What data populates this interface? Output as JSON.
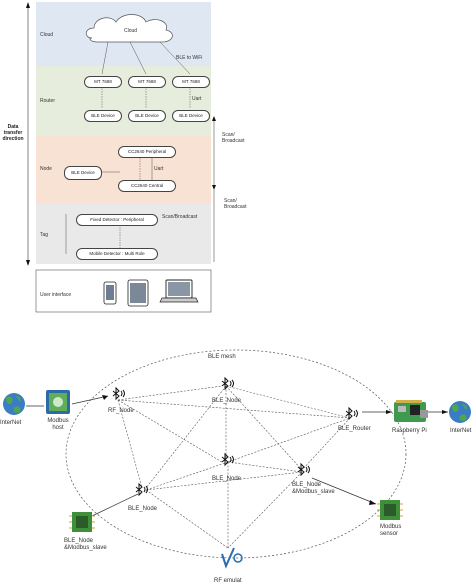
{
  "top": {
    "side_title": [
      "Data",
      "transfer",
      "direction"
    ],
    "layers": {
      "cloud": "Cloud",
      "router": "Router",
      "node": "Node",
      "tag": "Tag"
    },
    "cloud_label": "Cloud",
    "ble_to_wifi": "BLE to WiFi",
    "modules_top": [
      "MT 7688",
      "MT 7688",
      "MT 7688"
    ],
    "modules_bottom": [
      "BLE Device",
      "BLE Device",
      "BLE Device"
    ],
    "uart": "Uart",
    "ble_device": "BLE Device",
    "cc_peripheral": "CC2640 Peripheral",
    "cc_central": "CC2640 Central",
    "uart2": "Uart",
    "scan_broadcast": "Scan/Broadcast",
    "scan_broadcast2": "Scan/ Broadcast",
    "scan_broadcast3": "Scan/ Broadcast",
    "fixed_detector": "Fixed Detector : Peripheral",
    "mobile_detector": "Mobile Detector : Multi Role",
    "user_interface": "User interface",
    "colors": {
      "cloud_band": "#dfe8f2",
      "router_band": "#e6eddc",
      "node_band": "#f8e2d4",
      "tag_band": "#e6e6e6"
    }
  },
  "bottom": {
    "title": "BLE mesh",
    "internet_left": "InterNet",
    "internet_right": "InterNet",
    "modbus_host": [
      "Modbus",
      "host"
    ],
    "rf_node": "RF_Node",
    "ble_node_top": "BLE_Node",
    "ble_router": "BLE_Router",
    "raspberry": "Raspberry Pi",
    "ble_node_center": "BLE_Node",
    "ble_node_left": "BLE_Node",
    "ble_modbus_right": [
      "BLE_Node",
      "&Modbus_slave"
    ],
    "ble_modbus_left": [
      "BLE_Node",
      "&Modbus_slave"
    ],
    "modbus_sensor": [
      "Modbus",
      "sensor"
    ],
    "rf_emulator": "RF emulat",
    "icons": [
      "bluetooth-icon",
      "globe-icon",
      "chip-icon",
      "raspberry-pi-icon",
      "modbus-host-icon",
      "rf-emulator-icon"
    ]
  }
}
